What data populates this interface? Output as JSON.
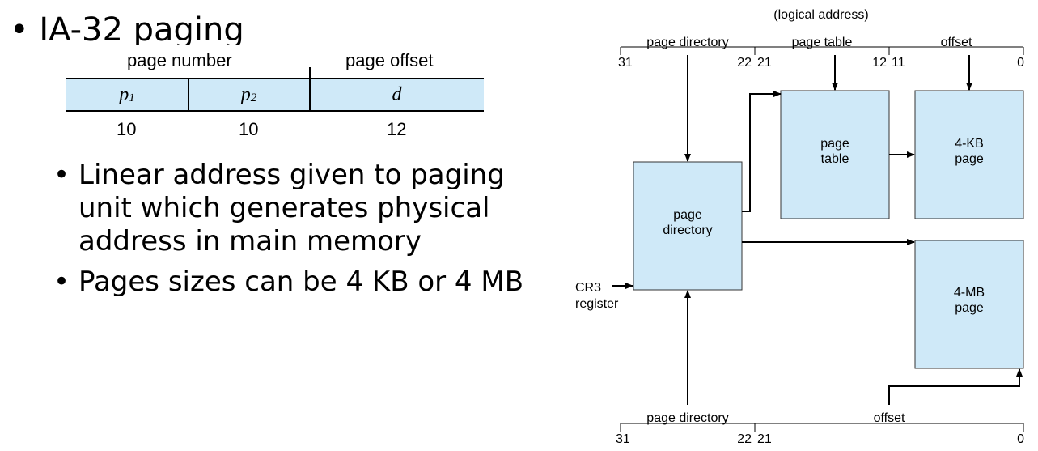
{
  "slide": {
    "bullet_glyph": "•",
    "title": "IA-32 paging",
    "address_format": {
      "page_number_label": "page number",
      "page_offset_label": "page offset",
      "fields": [
        {
          "symbol": "p",
          "subscript": "1",
          "bits": "10"
        },
        {
          "symbol": "p",
          "subscript": "2",
          "bits": "10"
        },
        {
          "symbol": "d",
          "subscript": "",
          "bits": "12"
        }
      ]
    },
    "bullets": [
      "Linear address given to paging unit which generates physical address in main memory",
      "Pages sizes can be 4 KB or 4 MB"
    ]
  },
  "diagram": {
    "top_label": "(logical address)",
    "top_fields": [
      "page directory",
      "page table",
      "offset"
    ],
    "top_bits": [
      "31",
      "22",
      "21",
      "12",
      "11",
      "0"
    ],
    "bottom_fields": [
      "page directory",
      "offset"
    ],
    "bottom_bits": [
      "31",
      "22",
      "21",
      "0"
    ],
    "boxes": {
      "page_directory": [
        "page",
        "directory"
      ],
      "page_table": [
        "page",
        "table"
      ],
      "page_4kb": [
        "4-KB",
        "page"
      ],
      "page_4mb": [
        "4-MB",
        "page"
      ]
    },
    "cr3": [
      "CR3",
      "register"
    ],
    "colors": {
      "box_fill": "#cfe9f8",
      "box_stroke": "#333333",
      "line": "#000000"
    }
  }
}
